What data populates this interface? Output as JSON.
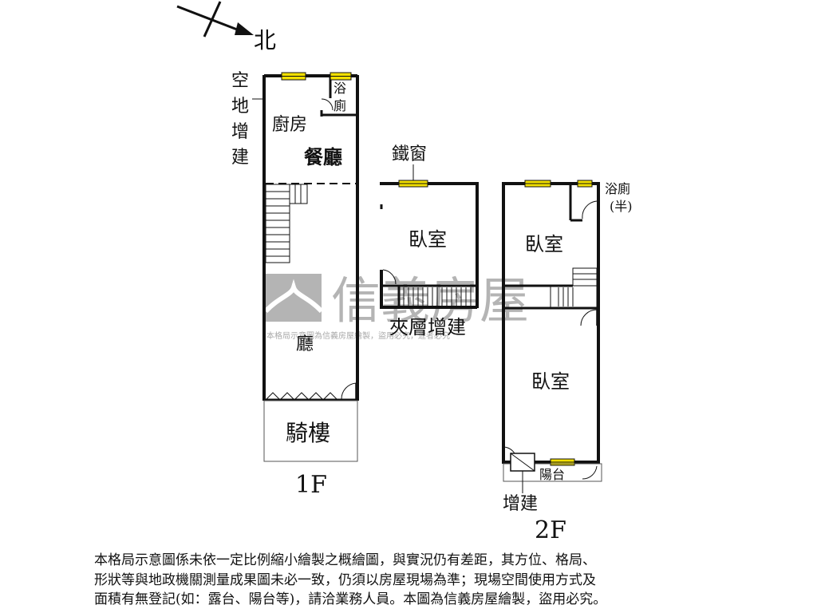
{
  "compass": {
    "label": "北"
  },
  "floors": {
    "first": "1F",
    "second": "2F"
  },
  "rooms": {
    "kitchen": "廚房",
    "dining": "餐廳",
    "bath_1f_top": "浴",
    "bath_1f_bottom": "廁",
    "yard_extension": [
      "空",
      "地",
      "增",
      "建"
    ],
    "living": "廳",
    "arcade": "騎樓",
    "iron_window": "鐵窗",
    "mezz_bedroom": "臥室",
    "mezzanine_extension": "夾層增建",
    "bedroom_2f_upper": "臥室",
    "bath_half_top": "浴廁",
    "bath_half_bottom": "(半)",
    "bedroom_2f_lower": "臥室",
    "balcony": "陽台",
    "extension_2f": "增建"
  },
  "watermark": {
    "brand": "信義房屋",
    "notice": "本格局示意圖為信義房屋繪製，盜用必究，違者必究"
  },
  "colors": {
    "wall": "#111111",
    "window": "#f2e000",
    "watermark": "#9a9a9a"
  },
  "disclaimer": {
    "line1": "本格局示意圖係未依一定比例縮小繪製之概繪圖，與實況仍有差距，其方位、格局、",
    "line2": "形狀等與地政機關測量成果圖未必一致，仍須以房屋現場為準；現場空間使用方式及",
    "line3": "面積有無登記(如：露台、陽台等)，請洽業務人員。本圖為信義房屋繪製，盜用必究。"
  }
}
